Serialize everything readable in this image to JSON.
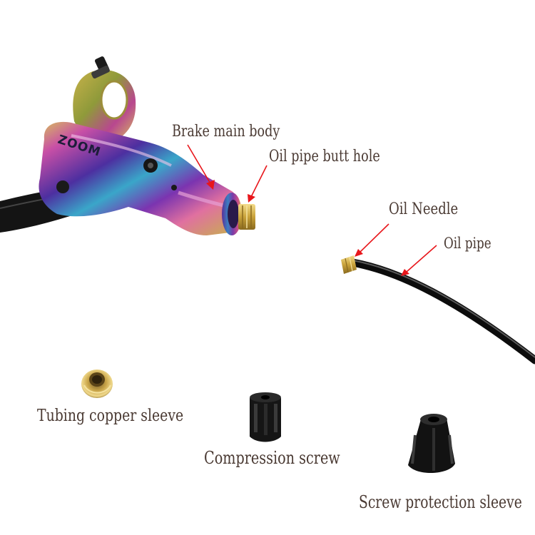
{
  "labels": {
    "brake_main_body": "Brake main body",
    "oil_pipe_butt_hole": "Oil pipe butt hole",
    "oil_needle": "Oil Needle",
    "oil_pipe": "Oil pipe",
    "tubing_copper_sleeve": "Tubing copper sleeve",
    "compression_screw": "Compression screw",
    "screw_protection_sleeve": "Screw protection sleeve"
  },
  "brand_text": "ZOOM",
  "colors": {
    "label_text": "#4a3a33",
    "arrow": "#e8161b",
    "rubber": "#111111",
    "brass": "#c9a23a"
  }
}
